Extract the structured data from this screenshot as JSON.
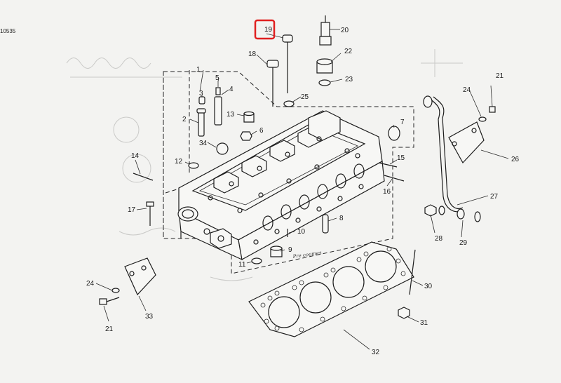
{
  "drawing_code": "10535",
  "annotation_note": "Pre coomes",
  "highlight": {
    "color": "#e02020",
    "target": "19"
  },
  "callouts": {
    "c1": "1",
    "c2": "2",
    "c3": "3",
    "c4": "4",
    "c5": "5",
    "c6": "6",
    "c7": "7",
    "c8": "8",
    "c9": "9",
    "c10": "10",
    "c11": "11",
    "c12": "12",
    "c13": "13",
    "c14": "14",
    "c15": "15",
    "c16": "16",
    "c17": "17",
    "c18": "18",
    "c19": "19",
    "c20": "20",
    "c21a": "21",
    "c21b": "21",
    "c22": "22",
    "c23": "23",
    "c24a": "24",
    "c24b": "24",
    "c25": "25",
    "c26": "26",
    "c27": "27",
    "c28": "28",
    "c29": "29",
    "c30": "30",
    "c31": "31",
    "c32": "32",
    "c33": "33",
    "c34": "34"
  }
}
